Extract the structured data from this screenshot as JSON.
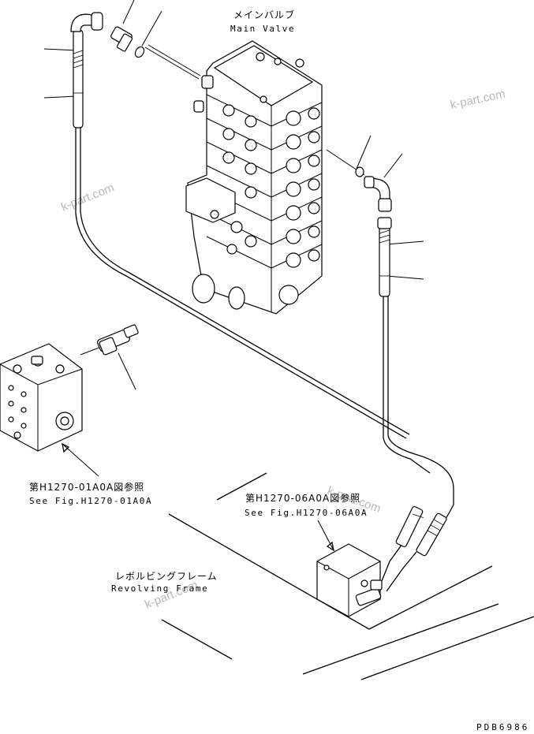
{
  "labels": {
    "main_valve_jp": "メインバルブ",
    "main_valve_en": "Main Valve",
    "ref1_jp": "第H1270-01A0A図参照",
    "ref1_en": "See Fig.H1270-01A0A",
    "ref2_jp": "第H1270-06A0A図参照",
    "ref2_en": "See Fig.H1270-06A0A",
    "frame_jp": "レボルビングフレーム",
    "frame_en": "Revolving Frame",
    "drawing_code": "PDB6986"
  },
  "watermarks": [
    "k-part.com",
    "k-part.com",
    "k-part.com",
    "k-part.com"
  ]
}
